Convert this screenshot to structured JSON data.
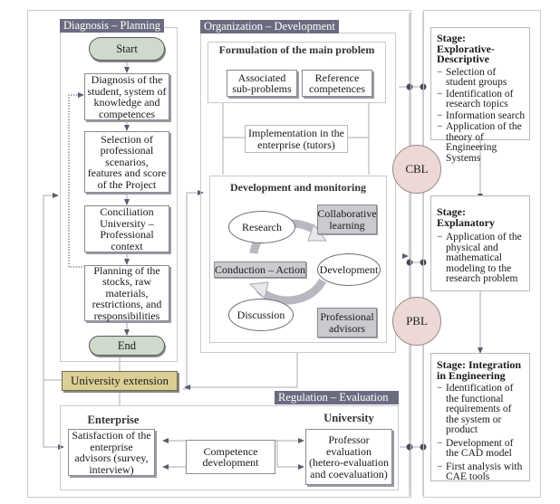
{
  "panels": {
    "diagnosis_planning": {
      "title": "Diagnosis – Planning",
      "start": "Start",
      "end": "End",
      "steps": [
        "Diagnosis of the student, system of knowledge and competences",
        "Selection of professional scenarios, features and score of the Project",
        "Conciliation University – Professional context",
        "Planning of the stocks, raw materials, restrictions, and responsibilities"
      ]
    },
    "organization_development": {
      "title": "Organization – Development",
      "formulation": {
        "heading": "Formulation of the main problem",
        "items": [
          "Associated sub-problems",
          "Reference competences"
        ]
      },
      "implementation": "Implementation in the enterprise (tutors)",
      "monitoring": {
        "heading": "Development and monitoring",
        "cycle": [
          "Research",
          "Development",
          "Discussion"
        ],
        "center": "Conduction – Action",
        "side_boxes": [
          "Collaborative learning",
          "Professional advisors"
        ]
      }
    },
    "university_extension": "University extension",
    "regulation_evaluation": {
      "title": "Regulation – Evaluation",
      "enterprise_heading": "Enterprise",
      "university_heading": "University",
      "enterprise_box": "Satisfaction of the enterprise advisors (survey, interview)",
      "competence_box": "Competence development",
      "university_box": "Professor evaluation (hetero-evaluation and coevaluation)"
    },
    "methods": [
      "CBL",
      "PBL"
    ],
    "stages": [
      {
        "title": "Stage: Explorative-Descriptive",
        "items": [
          "Selection of student groups",
          "Identification of research topics",
          "Information search",
          "Application of the theory of Engineering Systems"
        ]
      },
      {
        "title": "Stage: Explanatory",
        "items": [
          "Application of the physical and mathematical modeling to the research problem"
        ]
      },
      {
        "title": "Stage: Integration in Engineering",
        "items": [
          "Identification of the functional requirements of the system or product",
          "Development of the CAD model",
          "First analysis with CAE tools"
        ]
      }
    ],
    "bullet_dash": "−"
  }
}
